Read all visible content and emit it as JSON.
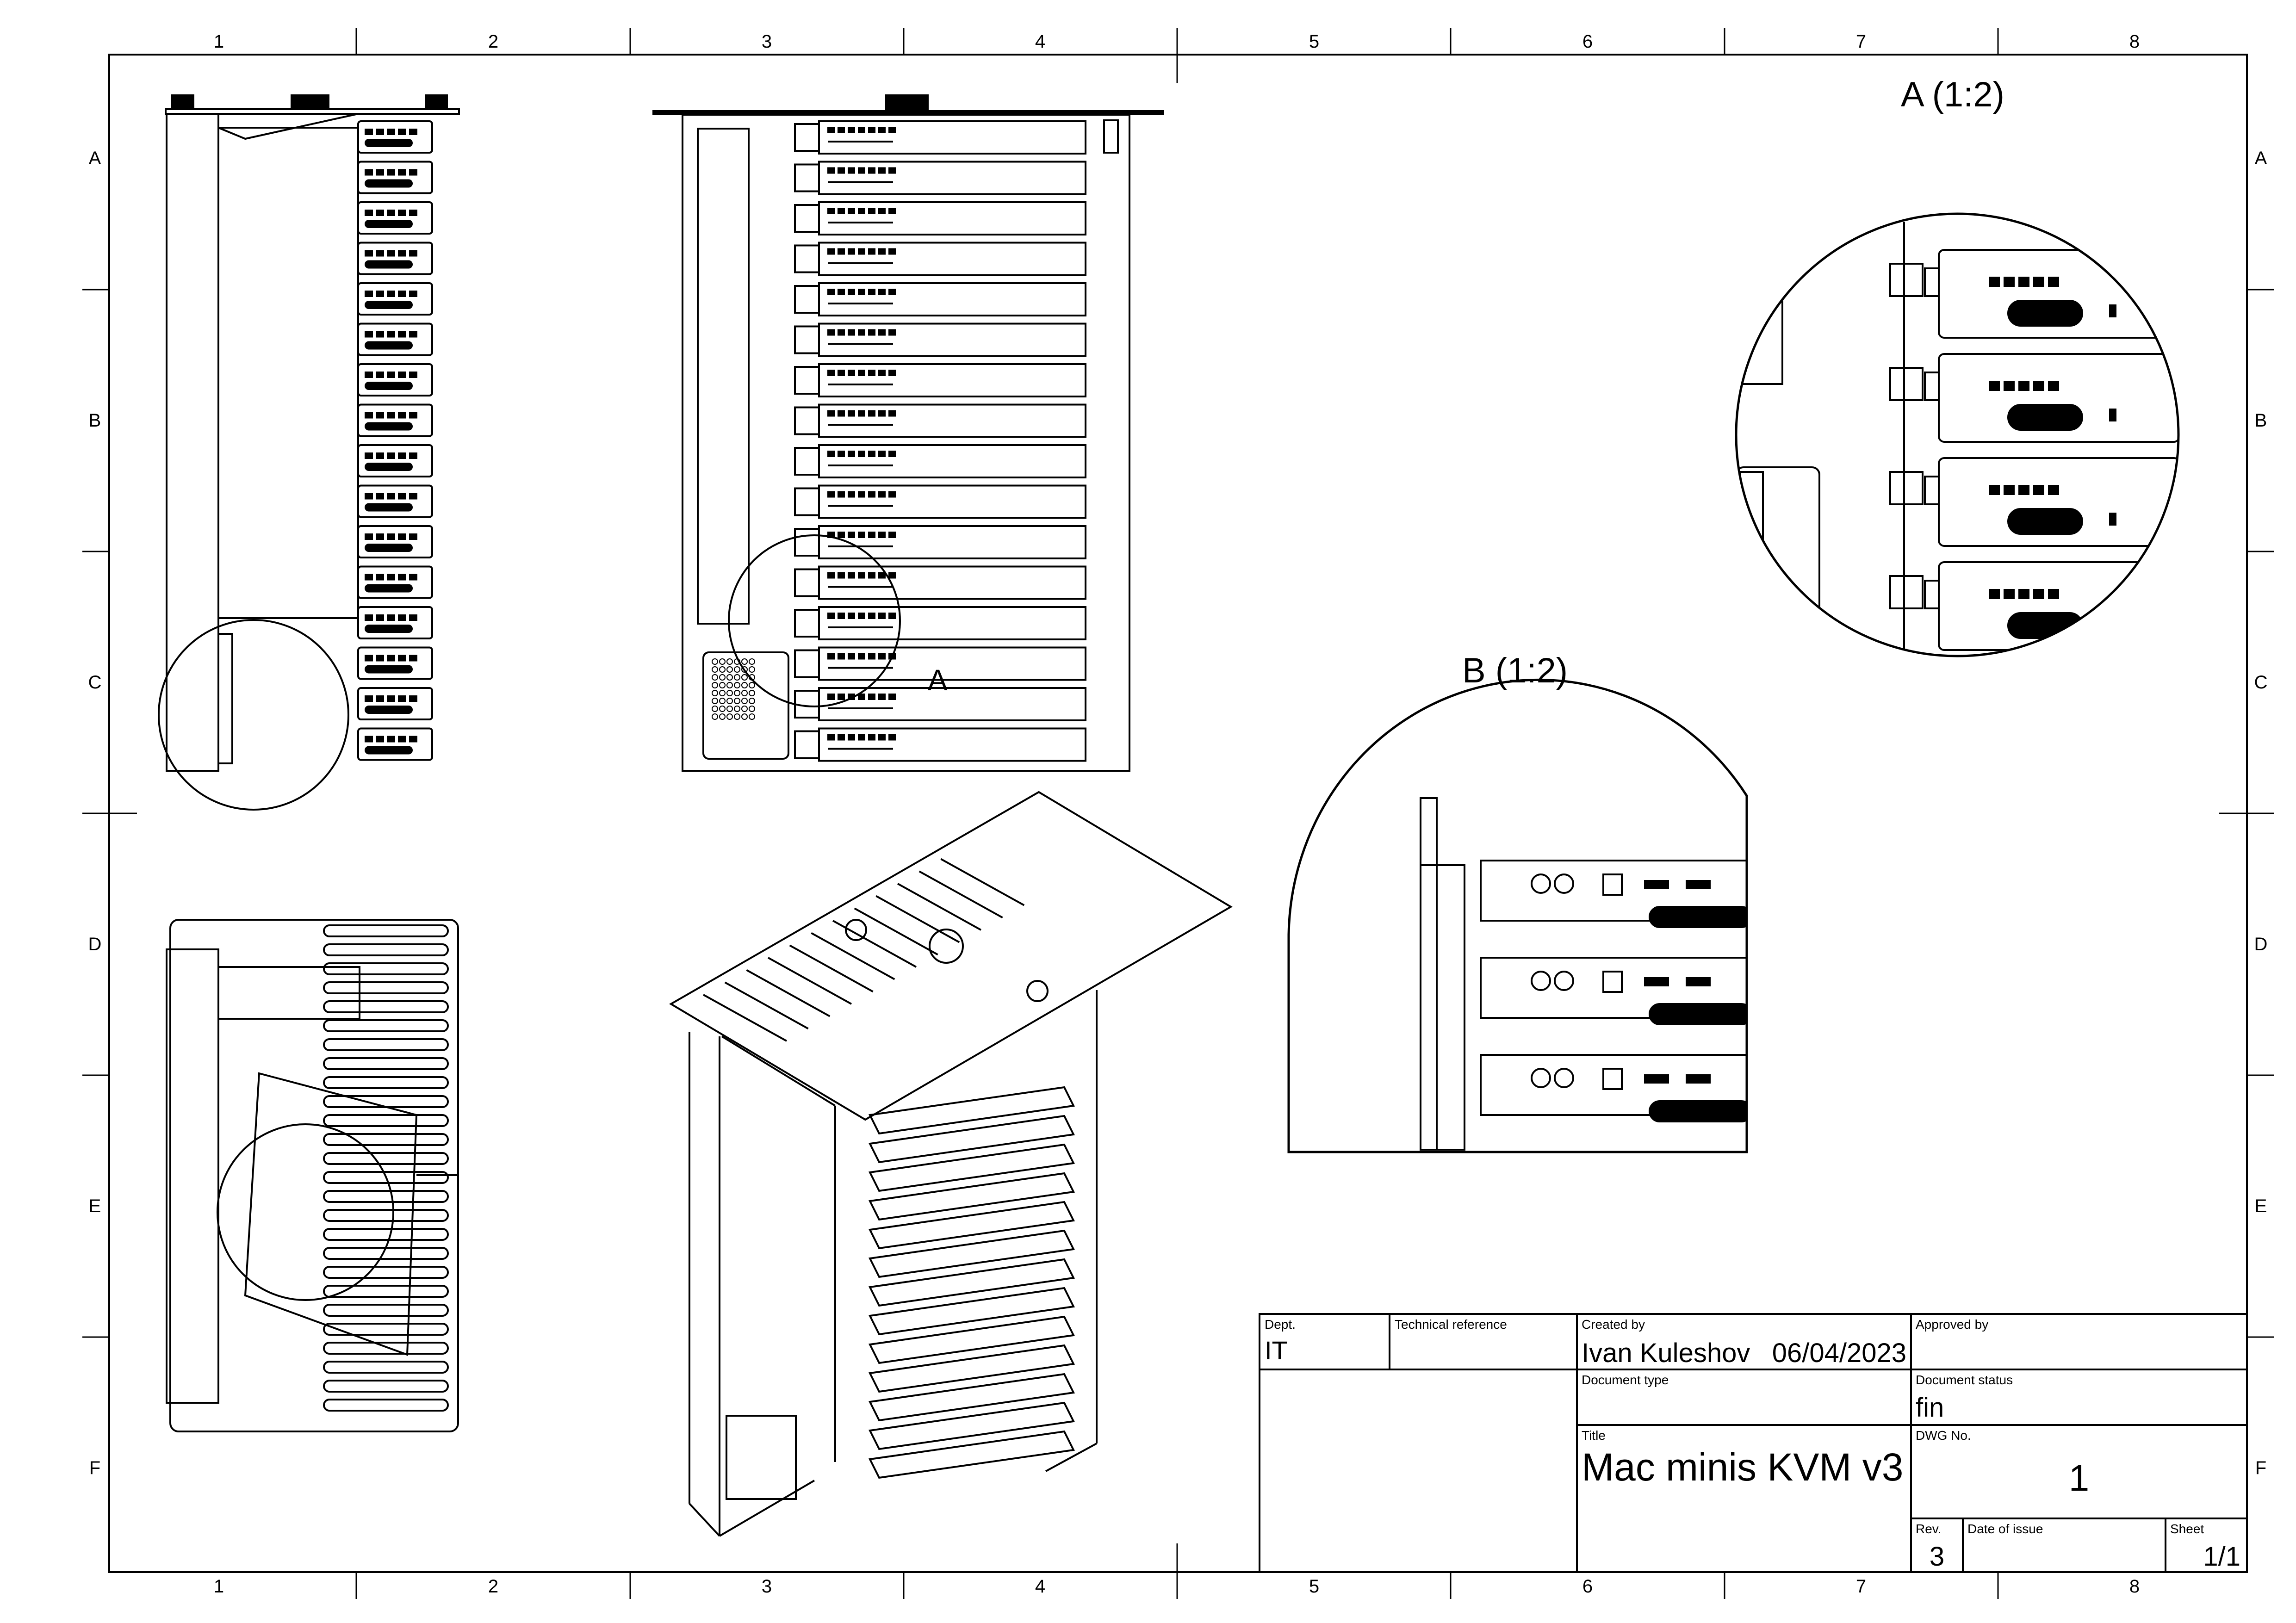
{
  "zones": {
    "columns": [
      "1",
      "2",
      "3",
      "4",
      "5",
      "6",
      "7",
      "8"
    ],
    "rows": [
      "A",
      "B",
      "C",
      "D",
      "E",
      "F"
    ]
  },
  "views": {
    "detail_a_title": "A (1:2)",
    "detail_b_title": "B (1:2)",
    "detail_a_callout": "A"
  },
  "title_block": {
    "dept_label": "Dept.",
    "dept_value": "IT",
    "tech_ref_label": "Technical reference",
    "tech_ref_value": "",
    "created_by_label": "Created by",
    "created_by_name": "Ivan Kuleshov",
    "created_date": "06/04/2023",
    "approved_by_label": "Approved by",
    "approved_by_value": "",
    "doc_type_label": "Document type",
    "doc_type_value": "",
    "doc_status_label": "Document status",
    "doc_status_value": "fin",
    "title_label": "Title",
    "title_value": "Mac minis KVM v3",
    "dwg_no_label": "DWG No.",
    "dwg_no_value": "1",
    "rev_label": "Rev.",
    "rev_value": "3",
    "date_issue_label": "Date of issue",
    "date_issue_value": "",
    "sheet_label": "Sheet",
    "sheet_value": "1/1"
  }
}
